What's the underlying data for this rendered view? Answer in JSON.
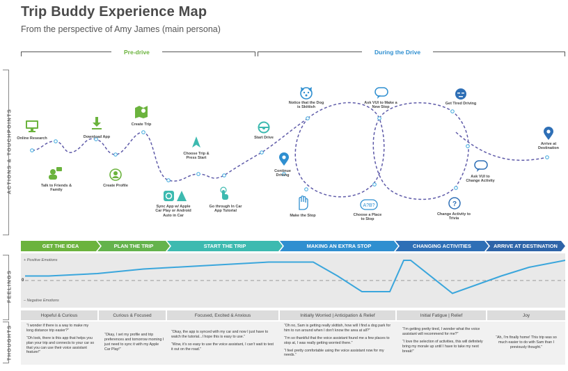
{
  "title": "Trip Buddy Experience Map",
  "subtitle": "From the perspective of Amy James (main persona)",
  "phases": {
    "pre": "Pre-drive",
    "during": "During the Drive"
  },
  "side_labels": {
    "actions": "ACTIONS & TOUCHPOINTS",
    "feelings": "FEELINGS",
    "thoughts": "THOUGHTS"
  },
  "nodes": {
    "online_research": "Online Research",
    "talk_friends": "Talk to Friends & Family",
    "download_app": "Download App",
    "create_profile": "Create Profile",
    "create_trip": "Create Trip",
    "sync_app": "Sync App w/ Apple Car Play or Android Auto in Car",
    "choose_trip": "Choose Trip & Press Start",
    "tutorial": "Go through In Car App Tutorial",
    "start_drive": "Start Drive",
    "continue_driving": "Continue Driving",
    "notice_dog": "Notice that the Dog is Skittish",
    "make_stop": "Make the Stop",
    "ask_vui_stop": "Ask VUI to Make a New Stop",
    "choose_place": "Choose a Place to Stop",
    "get_tired": "Get Tired Driving",
    "ask_vui_activity": "Ask VUI to Change Activity",
    "change_activity": "Change Activity to Trivia",
    "arrive": "Arrive at Destination"
  },
  "stages": [
    "GET THE IDEA",
    "PLAN THE TRIP",
    "START THE TRIP",
    "MAKING AN EXTRA STOP",
    "CHANGING ACTIVITIES",
    "ARRIVE AT DESTINATION"
  ],
  "feelings": {
    "positive": "+ Positive Emotions",
    "negative": "– Negative Emotions",
    "zero": "0"
  },
  "emotions": [
    "Hopeful & Curious",
    "Curious & Focused",
    "Focused, Excited & Anxious",
    "Initially Worried | Anticipation & Relief",
    "Initial Fatigue | Relief",
    "Joy"
  ],
  "thoughts": {
    "t1a": "“I wonder if there is a way to make my long distance trip easier?”",
    "t1b": "“Oh look, there is this app that helps you plan your trip and connects to your car so that you can use their voice assistant feature!”",
    "t2a": "“Okay, I set my profile and trip preferences and tomorrow morning I just need to sync it with my Apple Car Play!”",
    "t3a": "“Okay, the app is synced with my car and now I just have to watch the tutorial...I hope this is easy to use.”",
    "t3b": "“Wow, it’s so easy to use the voice assistant, I can’t wait to test it out on the road.”",
    "t4a": "“Oh no, Sam is getting really skittish, how will I find a dog park for him to run around when I don’t know the area at all?”",
    "t4b": "“I’m so thankful that the voice assistant found me a few places to stop at, I was really getting worried there.”",
    "t4c": "“I feel pretty comfortable using the voice assistant now for my needs.”",
    "t5a": "“I’m getting pretty tired, I wonder what the voice assistant will recommend for me?”",
    "t5b": "“I love the selection of activities, this will definitely bring my morale up until I have to take my next break!”",
    "t6a": "“Ah, I’m finally home! This trip was so much easier to do with Sam than I previously thought.”"
  },
  "emotion_curve": [
    0.55,
    0.55,
    0.62,
    0.75,
    0.95,
    0.95,
    0.95,
    0.55,
    0.1,
    0.1,
    1.0,
    1.0,
    0.05,
    0.55,
    0.8,
    1.0
  ],
  "colors": {
    "green": "#6bb33d",
    "teal": "#3dbab0",
    "blue": "#2f8fd0",
    "navy": "#2e6fb6",
    "dash": "#5e5aa8",
    "curve": "#3aa6dc"
  }
}
